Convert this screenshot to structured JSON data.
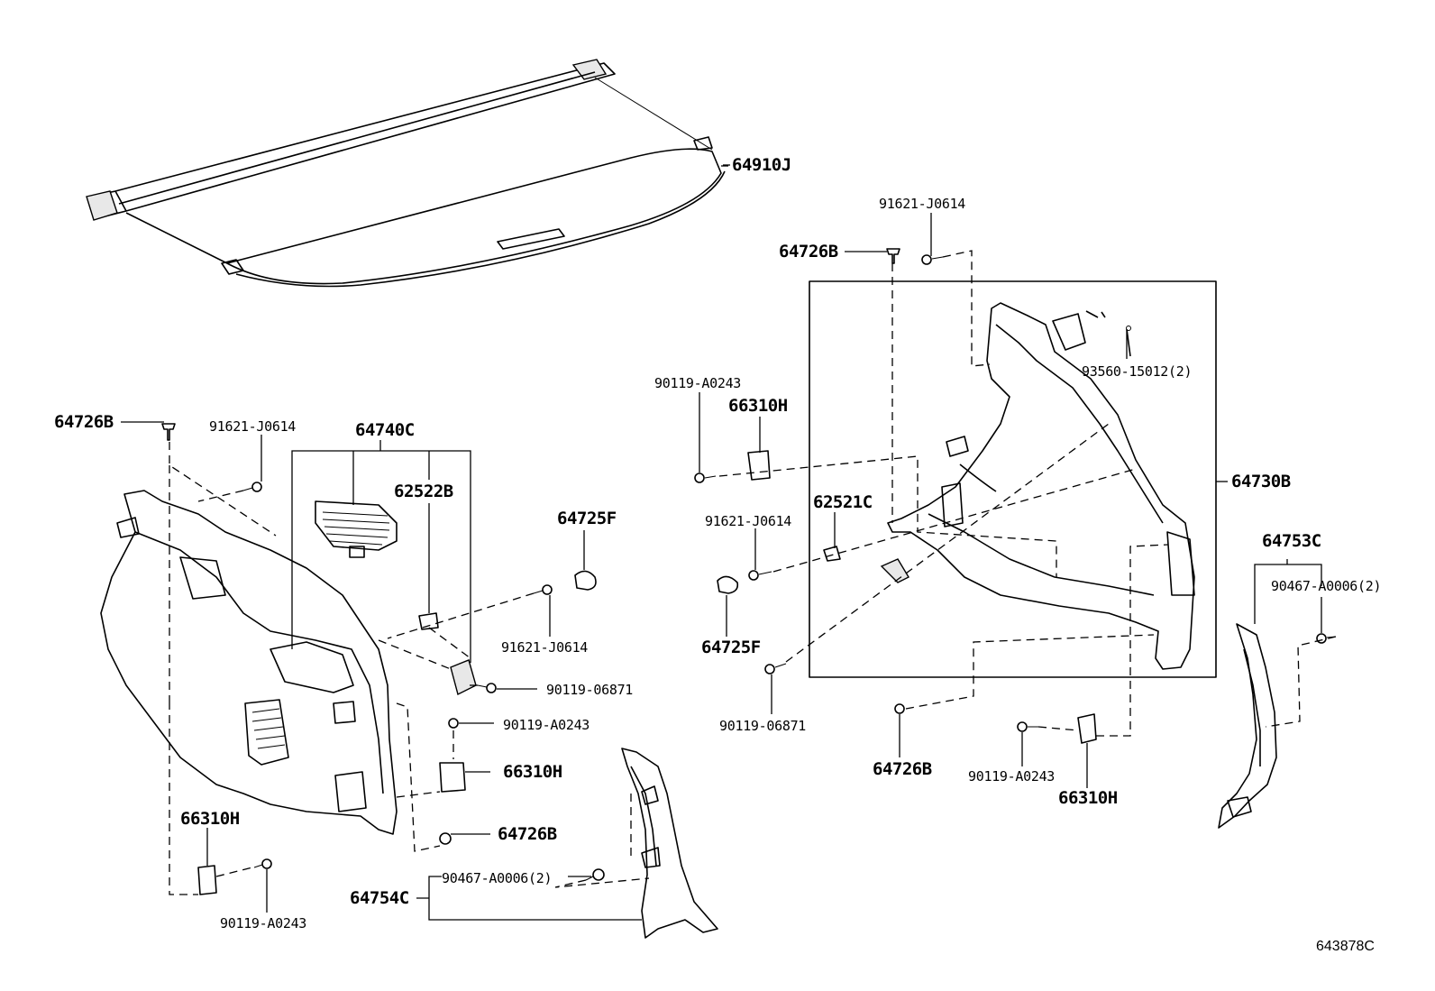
{
  "labels": {
    "p64910J": "64910J",
    "p64726B_top": "64726B",
    "p91621_top": "91621-J0614",
    "p93560": "93560-15012(2)",
    "p90119A0243_r1": "90119-A0243",
    "p66310H_r1": "66310H",
    "p64730B": "64730B",
    "p91621_r": "91621-J0614",
    "p62521C": "62521C",
    "p64725F_r": "64725F",
    "p90119_06871_r": "90119-06871",
    "p64726B_r": "64726B",
    "p90119A0243_r2": "90119-A0243",
    "p66310H_r2": "66310H",
    "p64753C": "64753C",
    "p90467_r": "90467-A0006(2)",
    "p64726B_l": "64726B",
    "p91621_l1": "91621-J0614",
    "p64740C": "64740C",
    "p62522B": "62522B",
    "p64725F_l": "64725F",
    "p91621_l2": "91621-J0614",
    "p90119_06871_l": "90119-06871",
    "p90119A0243_l1": "90119-A0243",
    "p66310H_l1": "66310H",
    "p64726B_l2": "64726B",
    "p66310H_l2": "66310H",
    "p90119A0243_l2": "90119-A0243",
    "p64754C": "64754C",
    "p90467_l": "90467-A0006(2)",
    "ref": "643878C"
  }
}
